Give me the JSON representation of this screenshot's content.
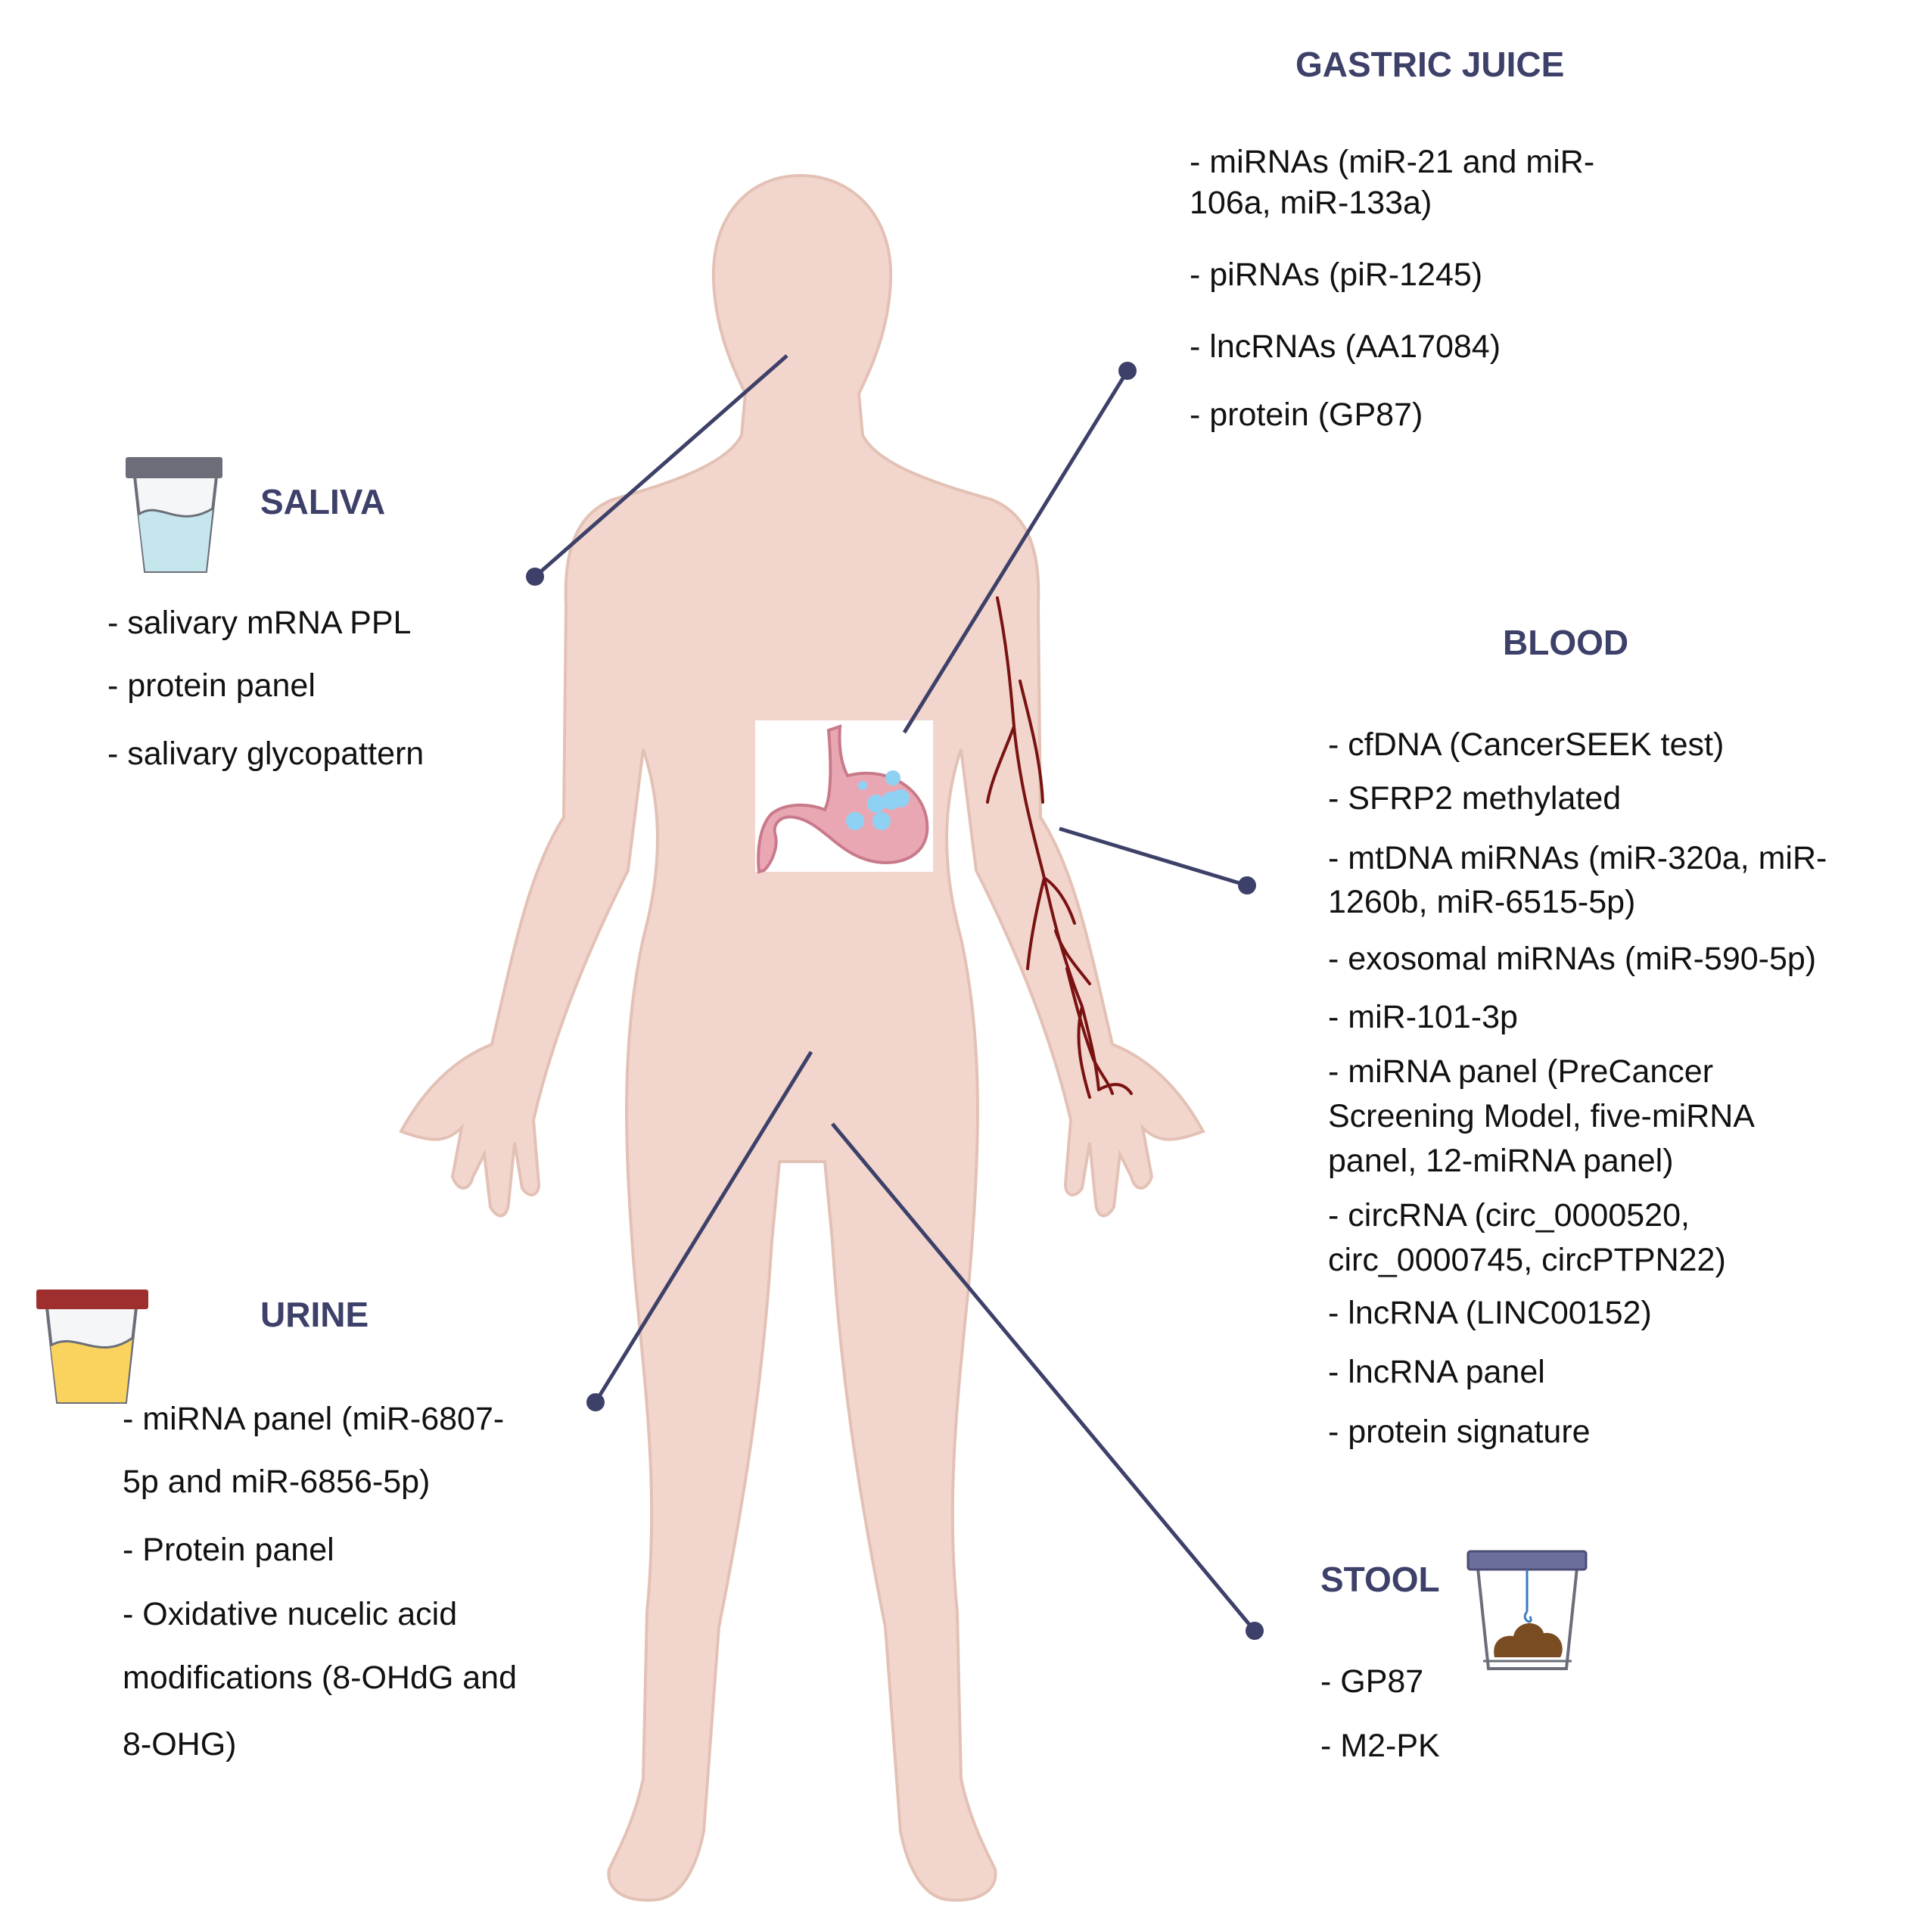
{
  "colors": {
    "heading": "#3d4068",
    "body_silhouette": "#f2d6cd",
    "body_outline": "#e3c1b5",
    "connector": "#3d4068",
    "saliva": "#c6e6ee",
    "urine": "#fad35f",
    "urine_lid": "#9f2f2f",
    "saliva_lid": "#6b6e78",
    "stool_lid": "#6a6f9c",
    "stool": "#7a4c22",
    "vein": "#7a1212",
    "stomach": "#e9a7b4",
    "stomach_bubbles": "#8fd1f2"
  },
  "icons": {
    "body": "human-body-silhouette",
    "stomach": "stomach-icon",
    "veins": "arm-veins",
    "saliva": "saliva-cup-icon",
    "urine": "urine-cup-icon",
    "stool": "stool-container-icon"
  },
  "gastric_juice": {
    "title": "GASTRIC JUICE",
    "items": [
      "- miRNAs (miR-21 and miR-",
      "106a, miR-133a)",
      "- piRNAs (piR-1245)",
      "- lncRNAs (AA17084)",
      "- protein (GP87)"
    ]
  },
  "saliva": {
    "title": "SALIVA",
    "items": [
      "- salivary mRNA PPL",
      "- protein panel",
      "- salivary glycopattern"
    ]
  },
  "blood": {
    "title": "BLOOD",
    "items": [
      "- cfDNA (CancerSEEK test)",
      "- SFRP2 methylated",
      "- mtDNA miRNAs (miR-320a, miR-",
      "1260b, miR-6515-5p)",
      "- exosomal miRNAs (miR-590-5p)",
      "- miR-101-3p",
      "- miRNA panel (PreCancer",
      "Screening Model, five-miRNA",
      "panel, 12-miRNA panel)",
      "- circRNA (circ_0000520,",
      "circ_0000745, circPTPN22)",
      "- lncRNA (LINC00152)",
      "- lncRNA panel",
      "- protein signature"
    ]
  },
  "urine": {
    "title": "URINE",
    "items": [
      "- miRNA panel (miR-6807-",
      "5p and miR-6856-5p)",
      "- Protein panel",
      "- Oxidative nucelic acid",
      "modifications (8-OHdG and",
      "8-OHG)"
    ]
  },
  "stool": {
    "title": "STOOL",
    "items": [
      "- GP87",
      "- M2-PK"
    ]
  }
}
